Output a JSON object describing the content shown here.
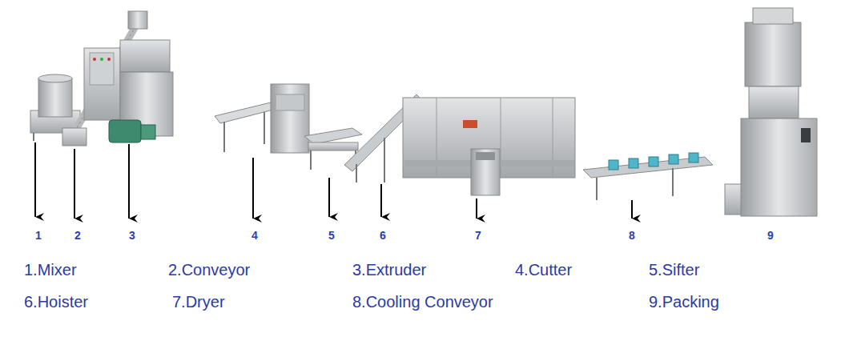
{
  "diagram": {
    "labels": [
      "1",
      "2",
      "3",
      "4",
      "5",
      "6",
      "7",
      "8",
      "9",
      "1.Mixer",
      "2.Conveyor",
      "3.Extruder",
      "4.Cutter",
      "5.Sifter",
      "6.Hoister",
      "7.Dryer",
      "8.Cooling Conveyor",
      "9.Packing"
    ]
  }
}
